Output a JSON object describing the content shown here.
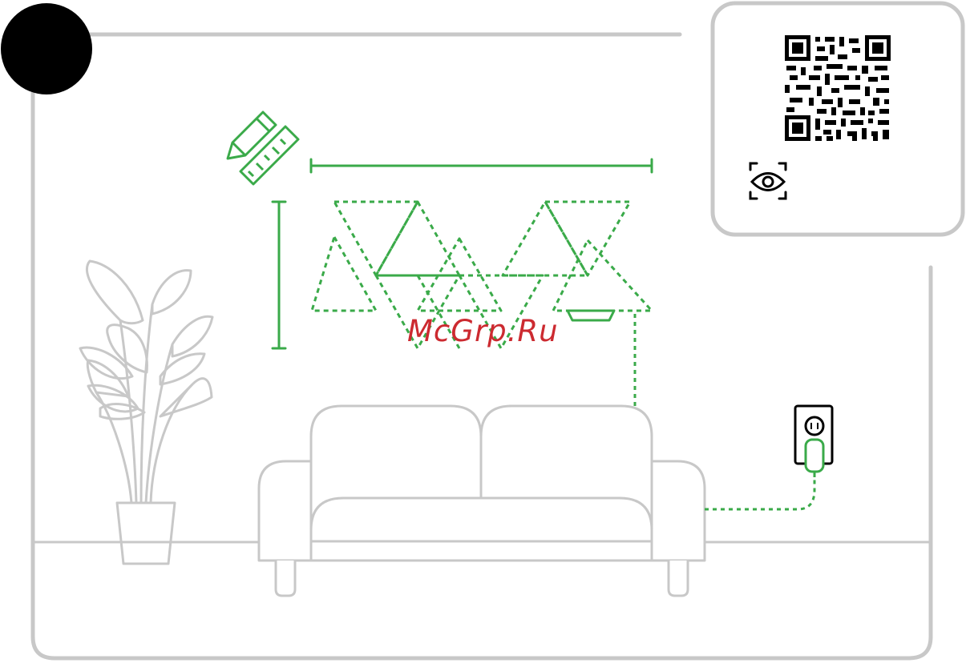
{
  "watermark": "McGrp.Ru",
  "step": {
    "number": ""
  },
  "colors": {
    "green": "#3aaa49",
    "gray": "#c8c8c8",
    "black": "#000000",
    "watermark_red": "#cc2a30"
  },
  "icons": [
    "pencil-ruler-icon",
    "qr-code",
    "eye-scan-icon",
    "wall-outlet-icon",
    "power-adapter-icon"
  ],
  "illustration": [
    "room-frame",
    "plant",
    "sofa",
    "triangle-panel-layout",
    "width-measure",
    "height-measure",
    "controller",
    "power-cable"
  ]
}
